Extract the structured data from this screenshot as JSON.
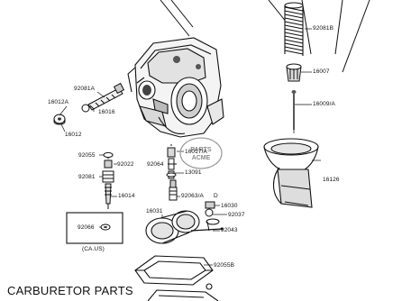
{
  "title": "CARBURETOR PARTS",
  "part_labels": {
    "p92081B": "92081B",
    "p16007": "16007",
    "p16009A": "16009/A",
    "p16126": "16126",
    "p92081A": "92081A",
    "p16012A": "16012A",
    "p16016": "16016",
    "p16012": "16012",
    "p16017A": "16017/A",
    "p92055": "92055",
    "p92022": "92022",
    "p92064": "92064",
    "p13091": "13091",
    "p92081": "92081",
    "p16014": "16014",
    "p92063": "92063/A",
    "pD": "D",
    "p16030": "16030",
    "p92037": "92037",
    "p16031": "16031",
    "p92043": "92043",
    "p92066": "92066",
    "pCAUS": "(CA.US)",
    "p92055B": "92055B"
  },
  "watermark": {
    "line1": "PARTS",
    "line2": "ACME"
  }
}
